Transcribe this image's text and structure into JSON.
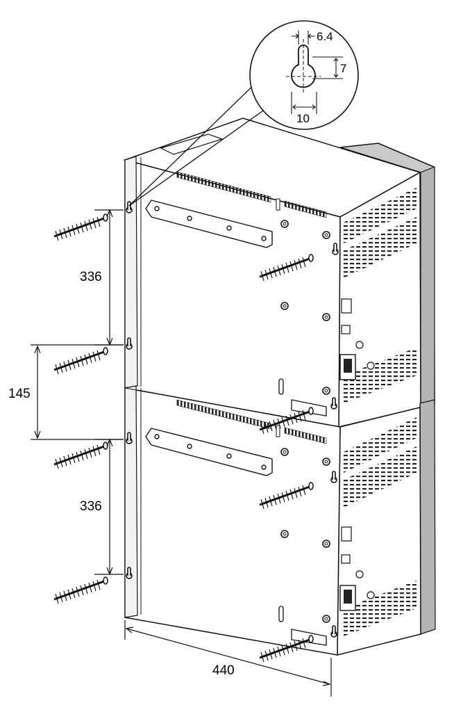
{
  "diagram": {
    "units": "mm",
    "dimensions": {
      "vertical_hole_spacing_upper": "336",
      "unit_gap_spacing": "145",
      "vertical_hole_spacing_lower": "336",
      "overall_width": "440",
      "keyhole_slot_width": "6.4",
      "keyhole_slot_length": "7",
      "keyhole_head_diameter": "10"
    },
    "components": [
      "upper cabinet",
      "lower cabinet",
      "wall screws",
      "keyhole detail callout"
    ]
  }
}
